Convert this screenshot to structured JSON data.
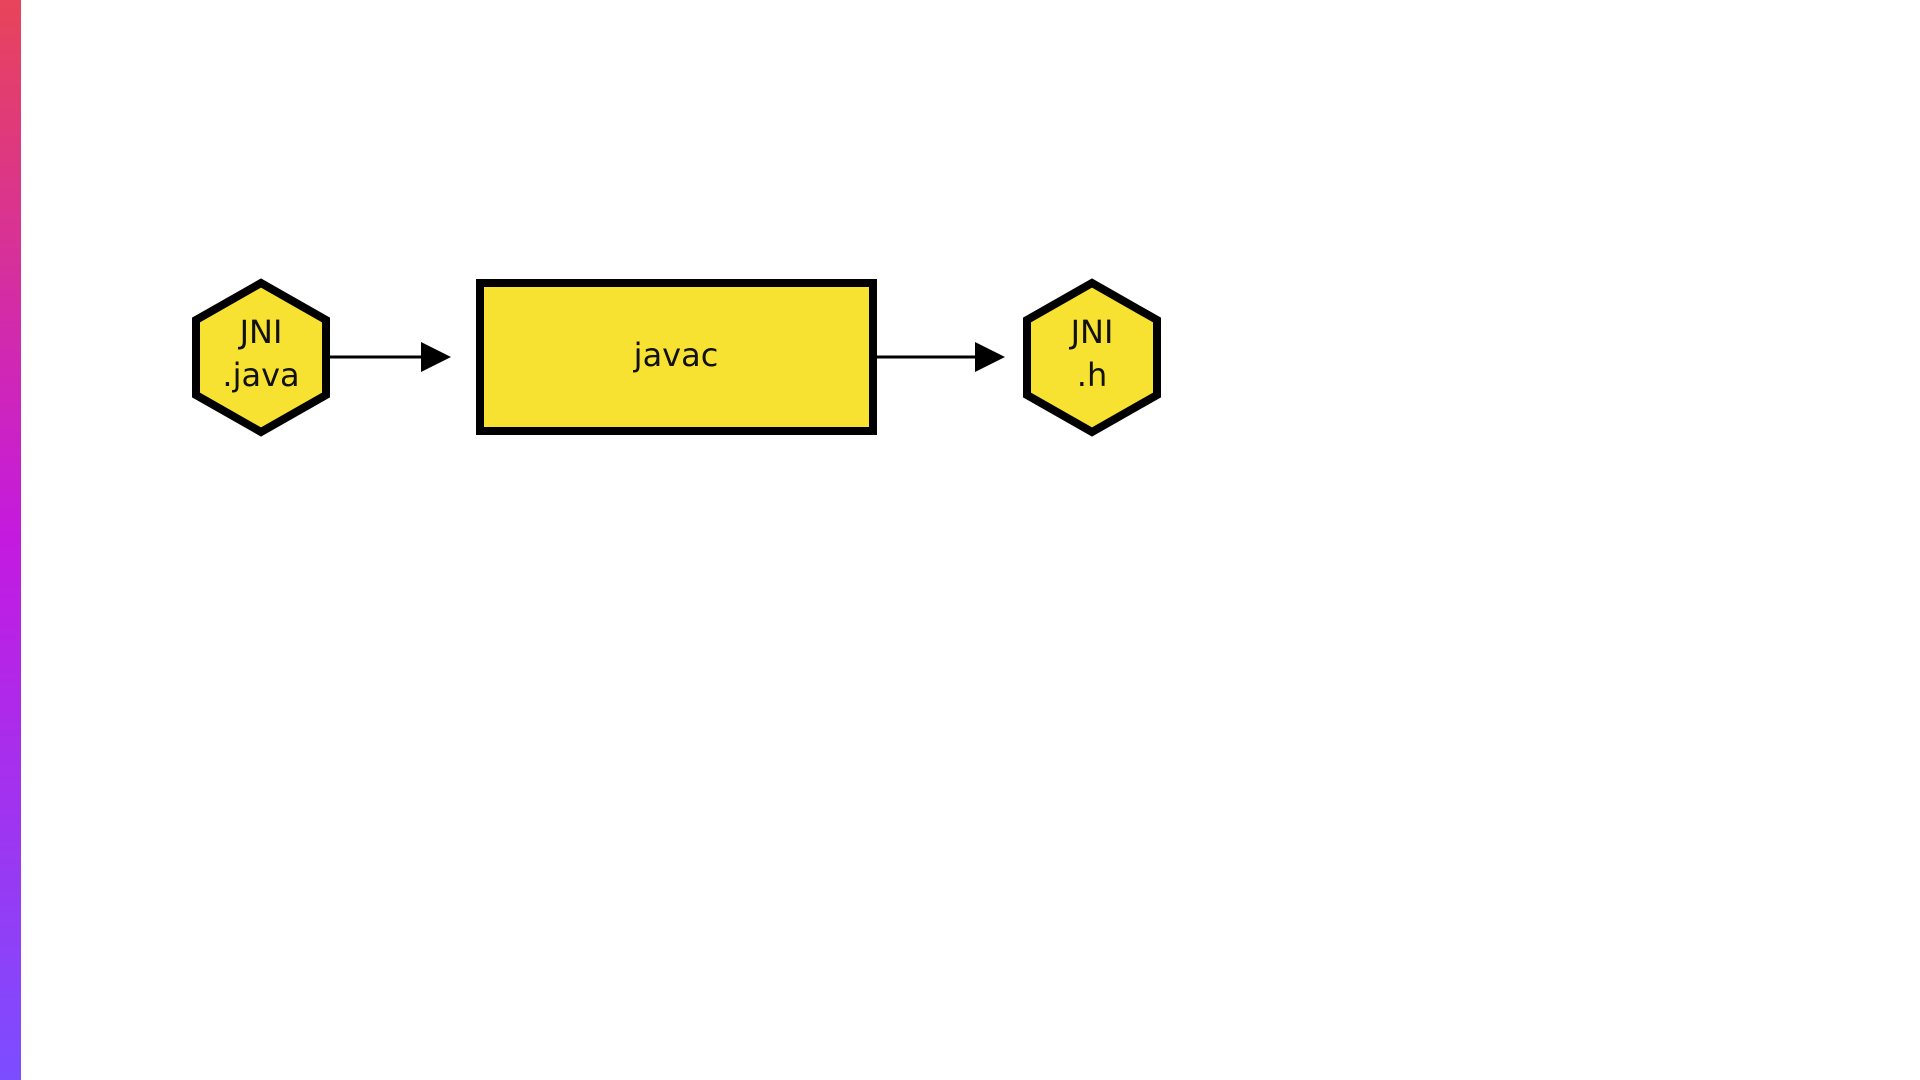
{
  "colors": {
    "node_fill": "#f8e231",
    "node_stroke": "#000000",
    "text": "#111111",
    "accent_gradient": [
      "#e8445a",
      "#c41ae0",
      "#7c4dff"
    ]
  },
  "nodes": {
    "source": {
      "shape": "hexagon",
      "line1": "JNI",
      "line2": ".java"
    },
    "compiler": {
      "shape": "rectangle",
      "label": "javac"
    },
    "output": {
      "shape": "hexagon",
      "line1": "JNI",
      "line2": ".h"
    }
  },
  "edges": [
    {
      "from": "source",
      "to": "compiler"
    },
    {
      "from": "compiler",
      "to": "output"
    }
  ]
}
